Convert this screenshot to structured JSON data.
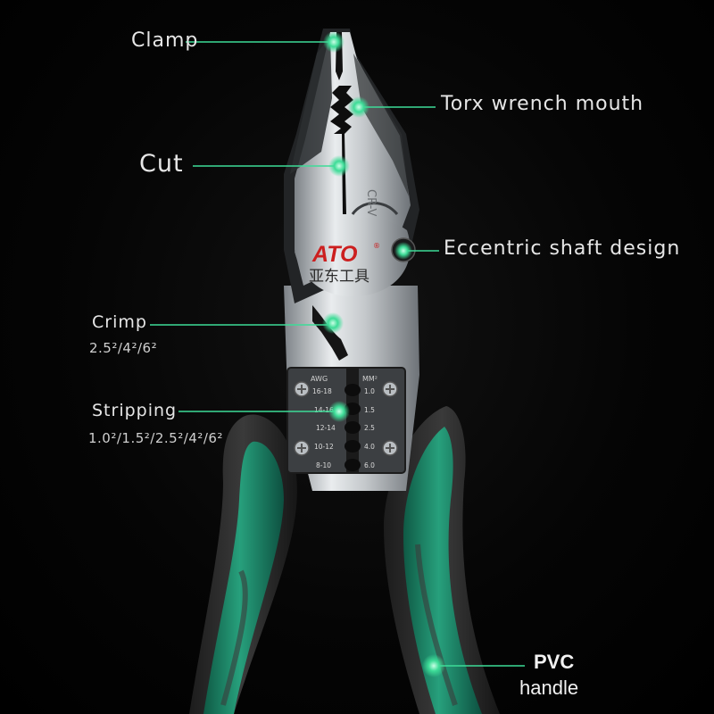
{
  "callouts": {
    "clamp": "Clamp",
    "torx": "Torx wrench mouth",
    "cut": "Cut",
    "eccentric": "Eccentric shaft design",
    "crimp": "Crimp",
    "crimp_sizes": "2.5²/4²/6²",
    "stripping": "Stripping",
    "stripping_sizes": "1.0²/1.5²/2.5²/4²/6²",
    "pvc_line1": "PVC",
    "pvc_line2": "handle"
  },
  "tool": {
    "brand": "ATO",
    "brand_mark": "®",
    "brand_cn": "亚东工具",
    "steel": "CR-V",
    "gauge_header_left": "AWG",
    "gauge_header_right": "MM²",
    "awg": [
      "16-18",
      "14-16",
      "12-14",
      "10-12",
      "8-10"
    ],
    "mm": [
      "1.0",
      "1.5",
      "2.5",
      "4.0",
      "6.0"
    ]
  },
  "colors": {
    "accent": "#3ddc97",
    "handle_green": "#1f8f6e",
    "handle_dark": "#2b2b2b",
    "steel": "#cfd3d6"
  }
}
